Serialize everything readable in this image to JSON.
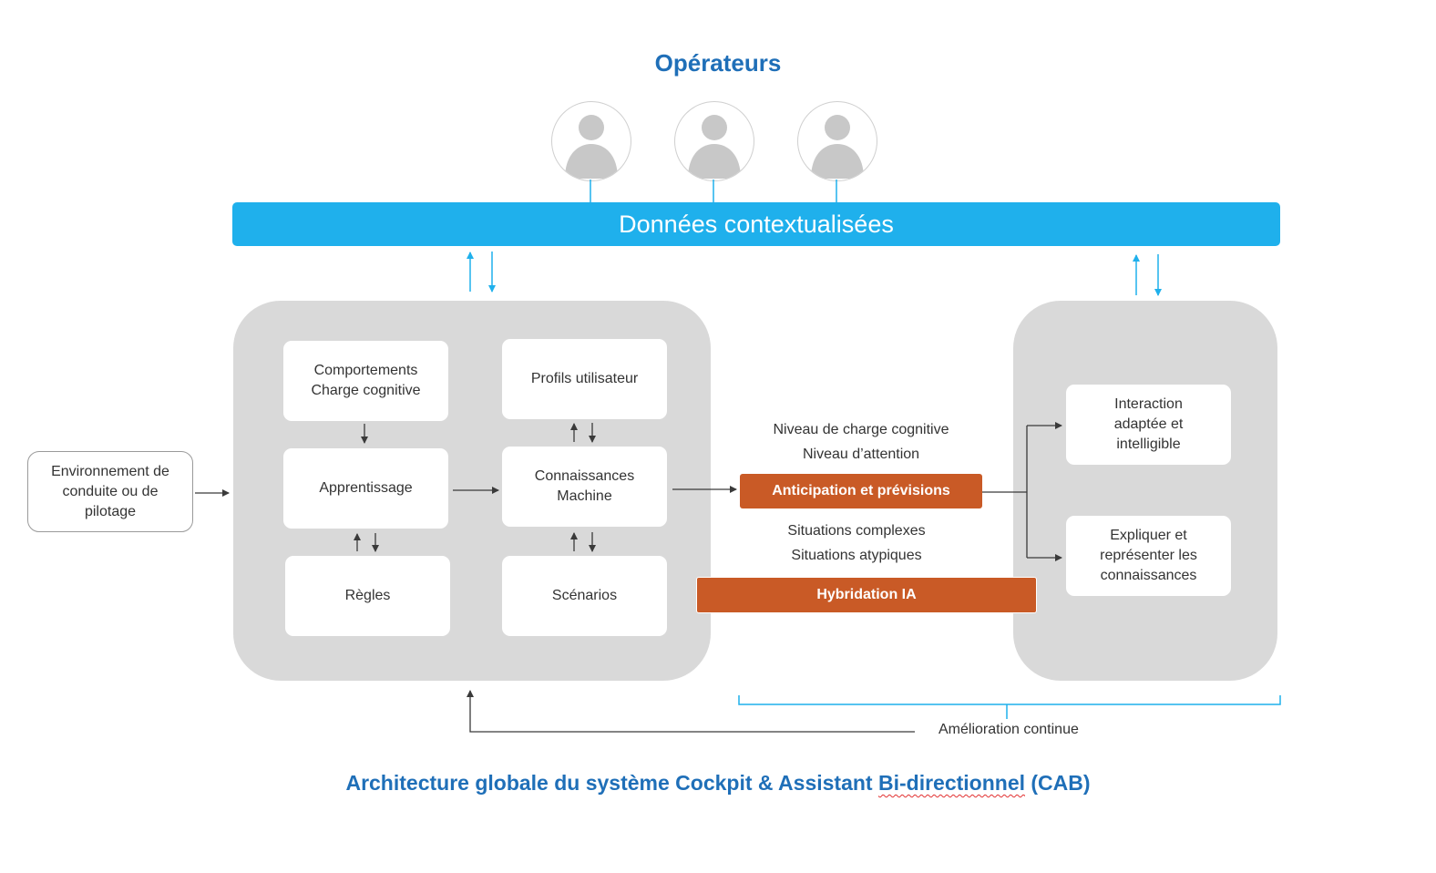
{
  "diagram": {
    "top_title": "Opérateurs",
    "operators": [
      {
        "icon": "person-icon"
      },
      {
        "icon": "person-icon"
      },
      {
        "icon": "person-icon"
      }
    ],
    "context_bar": "Données contextualisées",
    "environment": [
      "Environnement de",
      "conduite ou de",
      "pilotage"
    ],
    "left_panel": {
      "comportements": [
        "Comportements",
        "Charge cognitive"
      ],
      "profils": "Profils utilisateur",
      "apprentissage": "Apprentissage",
      "connaissances": [
        "Connaissances",
        "Machine"
      ],
      "regles": "Règles",
      "scenarios": "Scénarios"
    },
    "middle": {
      "label_charge": "Niveau de charge cognitive",
      "label_attention": "Niveau d’attention",
      "anticipation": "Anticipation et prévisions",
      "label_complexes": "Situations complexes",
      "label_atypiques": "Situations atypiques",
      "hybridation": "Hybridation IA"
    },
    "right_panel": {
      "interaction": [
        "Interaction",
        "adaptée et",
        "intelligible"
      ],
      "expliquer": [
        "Expliquer et",
        "représenter les",
        "connaissances"
      ]
    },
    "feedback_label": "Amélioration continue",
    "bottom_title_before": "Architecture globale du système Cockpit & Assistant ",
    "bottom_title_underlined": "Bi-directionnel",
    "bottom_title_after": " (CAB)",
    "colors": {
      "title_blue": "#1f6fb8",
      "context_bar": "#1fb0ec",
      "arrow_blue": "#1fb0ec",
      "panel_gray": "#d9d9d9",
      "orange": "#c95a26"
    }
  }
}
